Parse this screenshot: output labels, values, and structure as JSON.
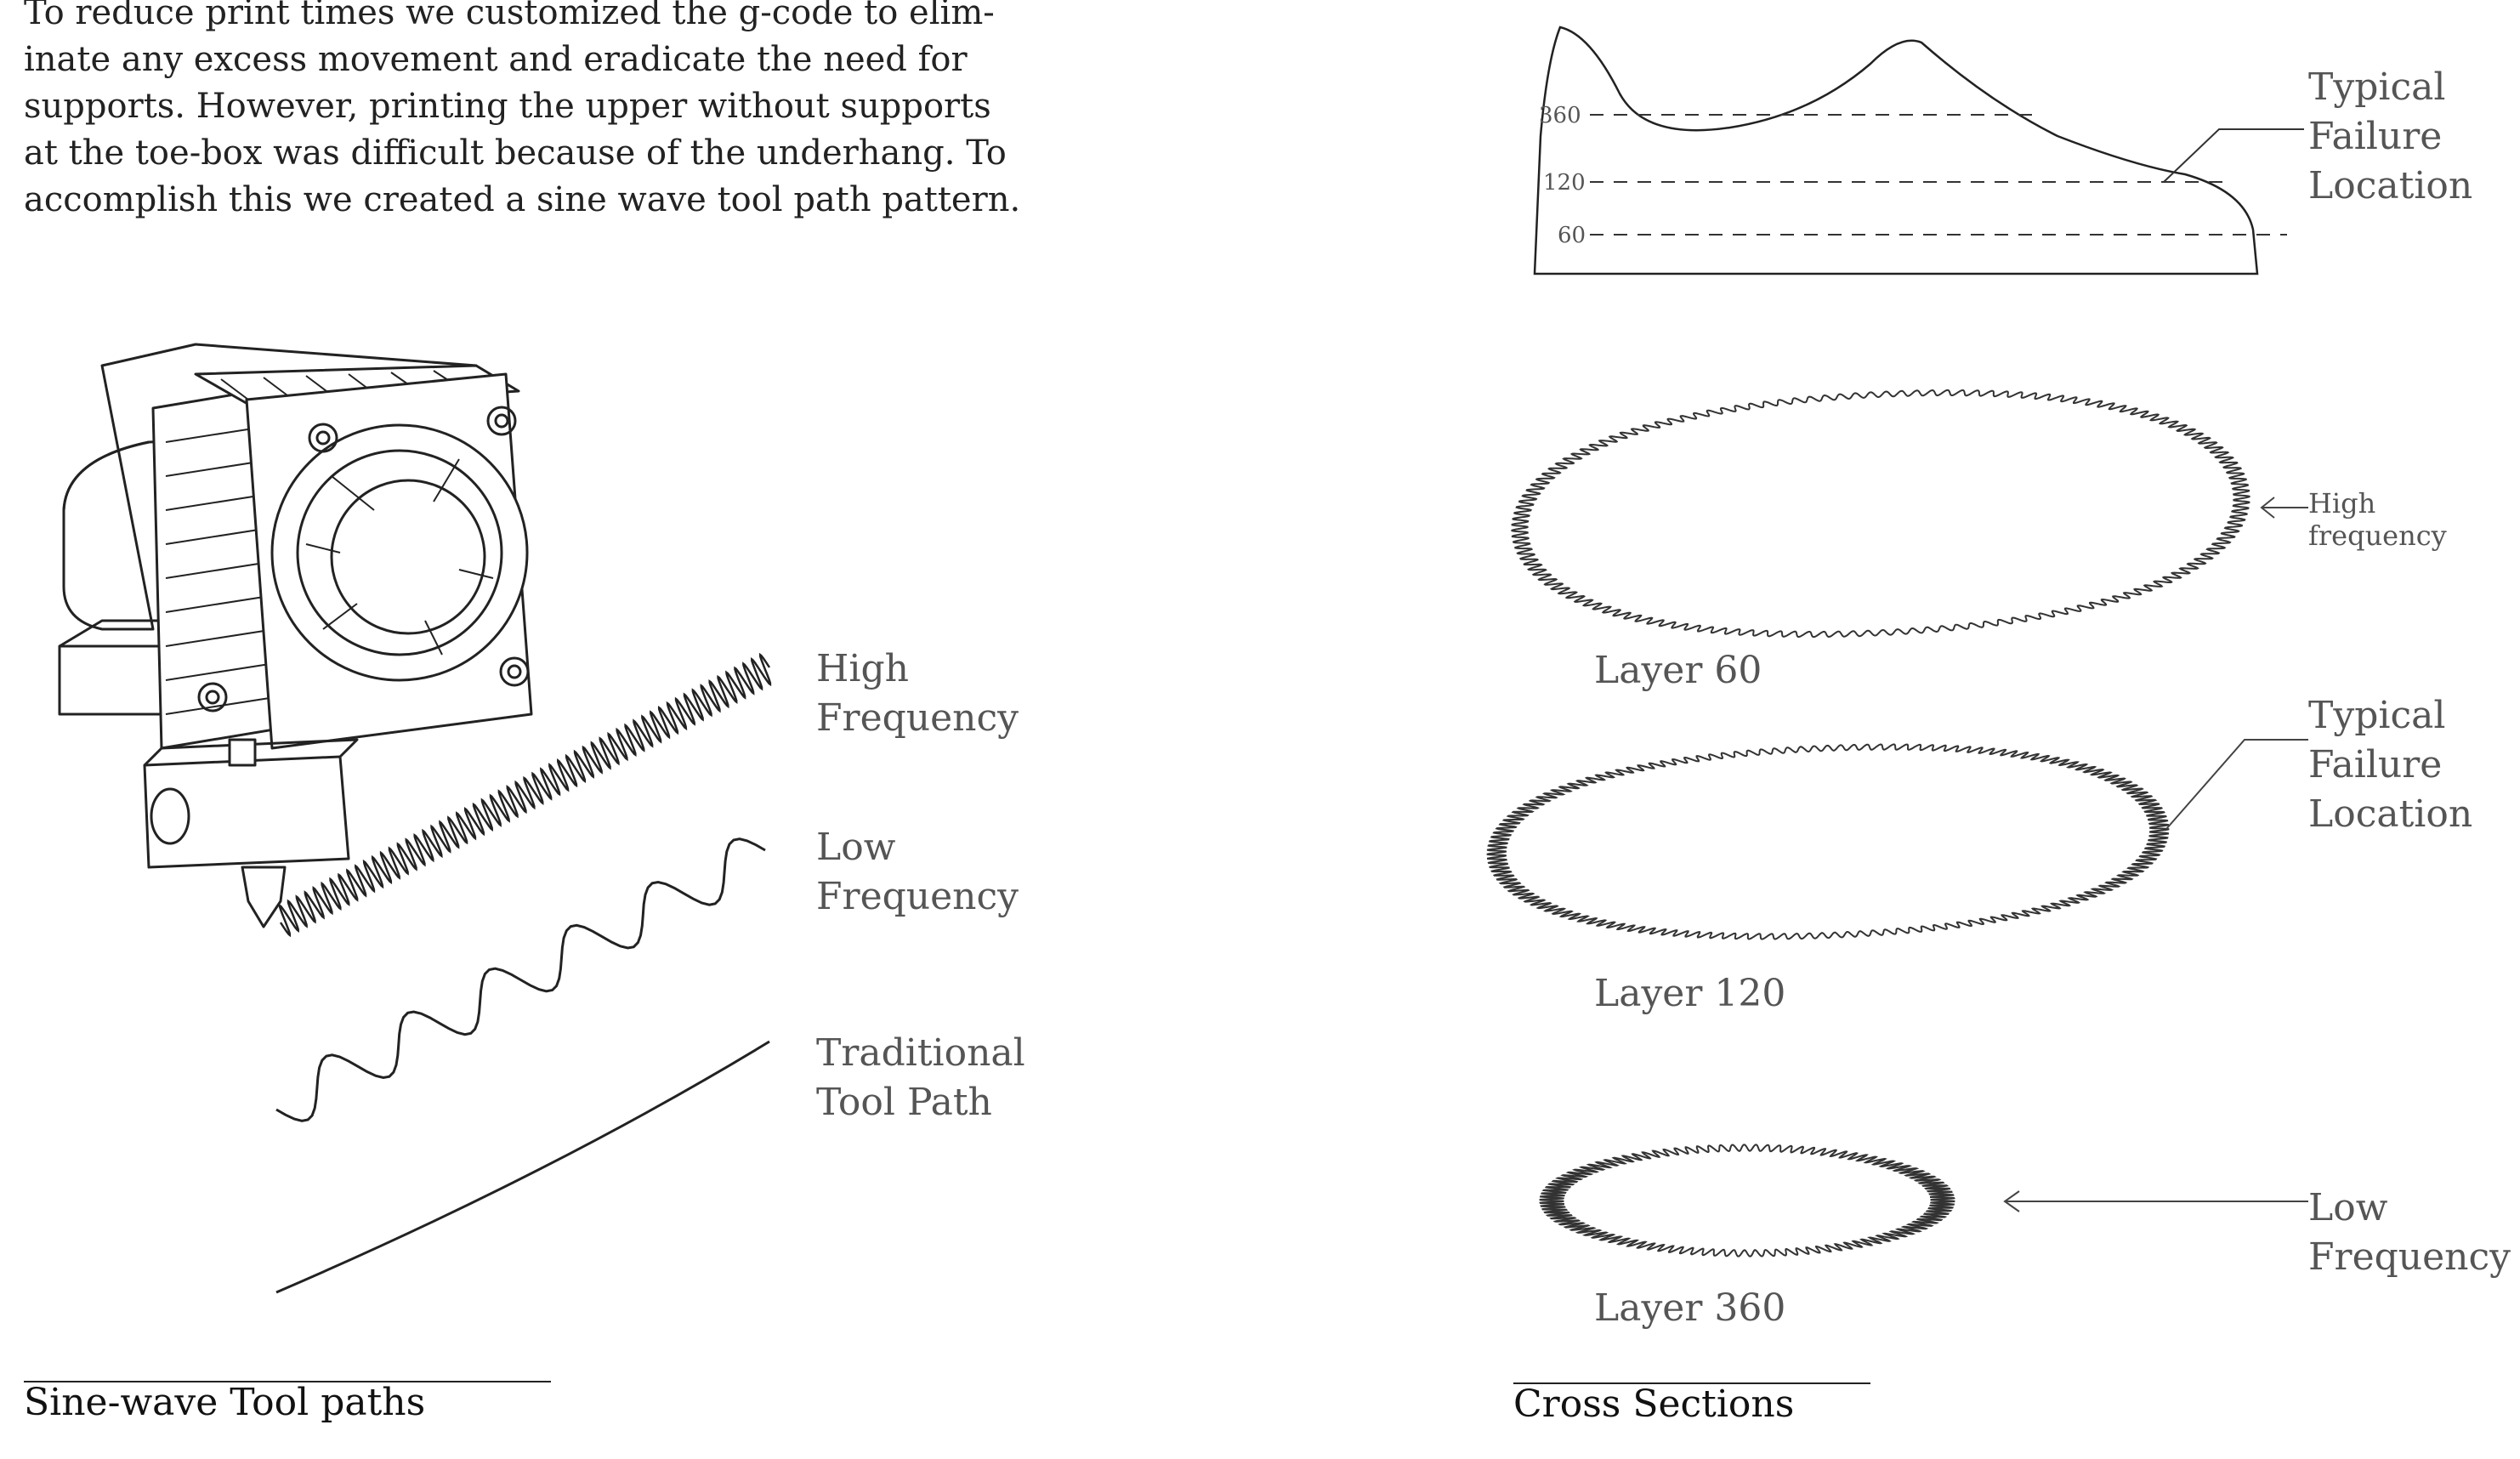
{
  "intro": {
    "text": "To reduce print times we customized the g-code to elim-\ninate any excess movement and eradicate the need for\nsupports. However, printing the upper without supports\nat the toe-box was difficult because of the underhang. To\naccomplish this we created a sine wave tool path pattern."
  },
  "left": {
    "labels": {
      "high": "High\nFrequency",
      "low": "Low\nFrequency",
      "traditional": "Traditional\nTool Path"
    },
    "caption": "Sine-wave Tool paths"
  },
  "right": {
    "shoe": {
      "ticks": [
        "360",
        "120",
        "60"
      ],
      "failure_label": "Typical\nFailure\nLocation"
    },
    "layers": [
      {
        "label": "Layer 60",
        "annotation": "High frequency"
      },
      {
        "label": "Layer 120",
        "annotation": "Typical\nFailure\nLocation"
      },
      {
        "label": "Layer 360",
        "annotation": "Low\nFrequency"
      }
    ],
    "caption": "Cross Sections"
  }
}
